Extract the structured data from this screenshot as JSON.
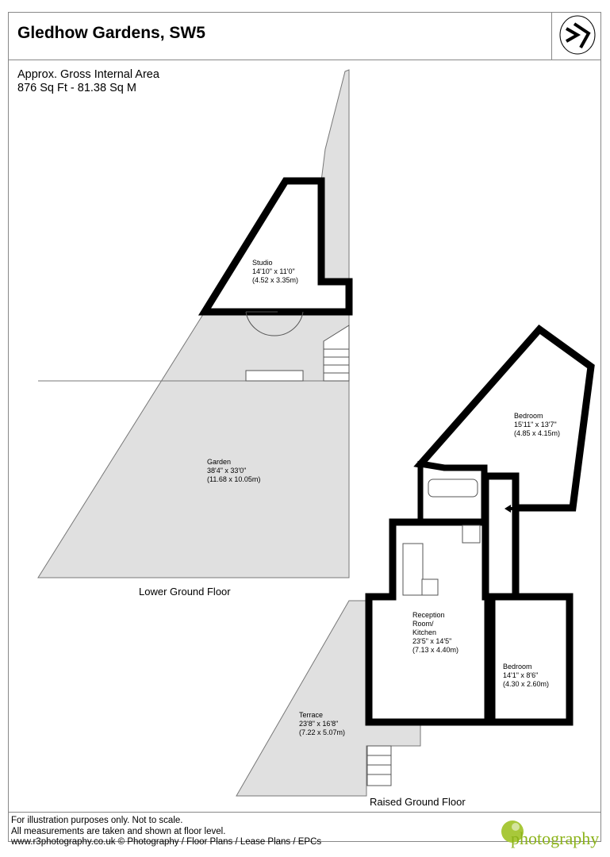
{
  "header": {
    "title": "Gledhow Gardens, SW5"
  },
  "area": {
    "line1": "Approx. Gross Internal Area",
    "line2": "876 Sq Ft  -  81.38 Sq M"
  },
  "compass_icon": "north-arrow-icon",
  "floors": {
    "lower": {
      "label": "Lower Ground Floor",
      "rooms": [
        {
          "name": "Studio",
          "imperial": "14'10\" x 11'0\"",
          "metric": "(4.52 x 3.35m)"
        },
        {
          "name": "Garden",
          "imperial": "38'4\" x 33'0\"",
          "metric": "(11.68 x 10.05m)"
        }
      ]
    },
    "raised": {
      "label": "Raised Ground Floor",
      "rooms": [
        {
          "name": "Bedroom",
          "imperial": "15'11\" x 13'7\"",
          "metric": "(4.85 x 4.15m)"
        },
        {
          "name": "Reception",
          "name2": "Room/",
          "name3": "Kitchen",
          "imperial": "23'5\" x 14'5\"",
          "metric": "(7.13 x 4.40m)"
        },
        {
          "name": "Bedroom",
          "imperial": "14'1\" x 8'6\"",
          "metric": "(4.30 x 2.60m)"
        },
        {
          "name": "Terrace",
          "imperial": "23'8\" x 16'8\"",
          "metric": "(7.22 x 5.07m)"
        }
      ]
    }
  },
  "footer": {
    "line1": "For illustration purposes only. Not to scale.",
    "line2": "All measurements are taken and shown at floor level.",
    "line3": "www.r3photography.co.uk © Photography / Floor Plans / Lease Plans / EPCs"
  },
  "logo": {
    "text": "photography",
    "color": "#8cb31a"
  },
  "colors": {
    "wall": "#000000",
    "outdoor": "#e0e0e0",
    "border": "#888888"
  }
}
